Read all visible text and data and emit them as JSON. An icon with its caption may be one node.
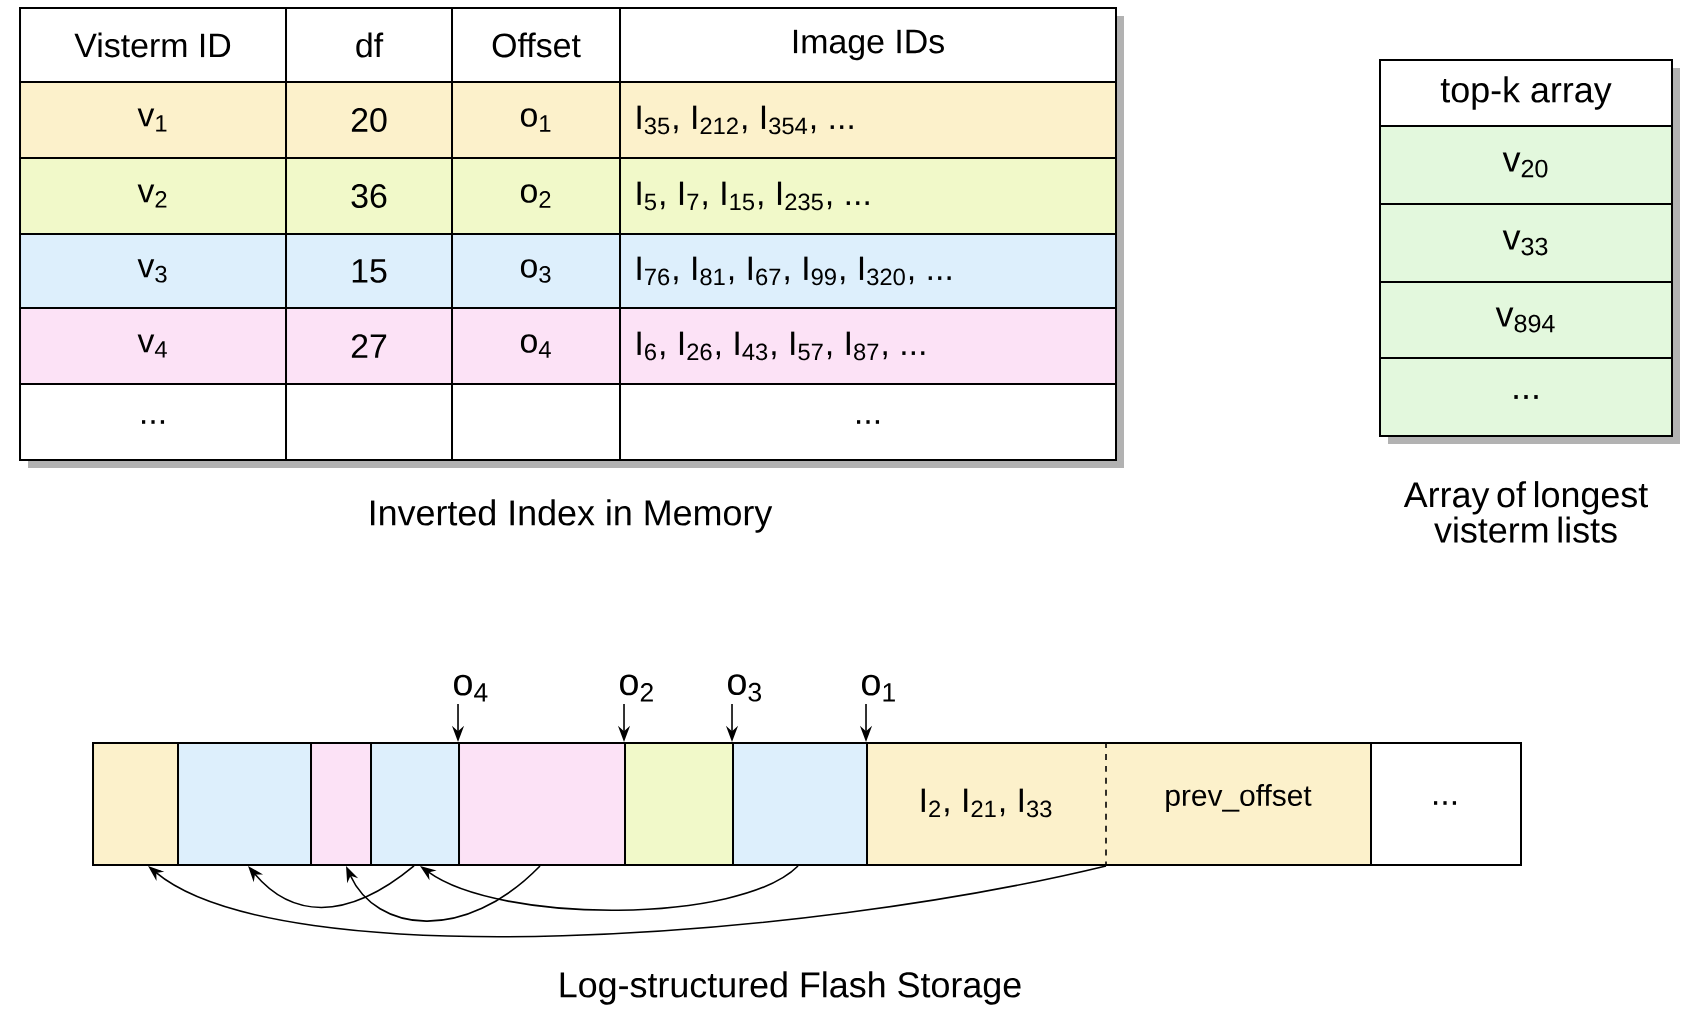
{
  "diagram": {
    "nodes": [
      {
        "text": [
          "o$_{4}$"
        ]
      },
      {
        "text": [
          "o$_{2}$"
        ]
      },
      {
        "text": [
          "o$_{3}$"
        ]
      },
      {
        "text": [
          "o$_{1}$"
        ]
      },
      {
        "text": [],
        "shape": "box"
      },
      {
        "text": [],
        "shape": "box"
      },
      {
        "text": [],
        "shape": "box"
      },
      {
        "text": [],
        "shape": "box"
      },
      {
        "text": [],
        "shape": "box"
      },
      {
        "text": [],
        "shape": "box"
      },
      {
        "text": [],
        "shape": "box"
      },
      {
        "text": [
          "I$_{2}$, I$_{21}$, I$_{33}$",
          "prev_offset"
        ]
      },
      {
        "text": [
          "..."
        ]
      }
    ],
    "edges": [
      {
        "from": 0,
        "to": 8,
        "arrow": "to"
      },
      {
        "from": 1,
        "to": 9,
        "arrow": "to"
      },
      {
        "from": 2,
        "to": 10,
        "arrow": "to"
      },
      {
        "from": 3,
        "to": 11,
        "arrow": "to"
      },
      {
        "from": 7,
        "to": 5,
        "arrow": "to"
      },
      {
        "from": 8,
        "to": 6,
        "arrow": "to"
      },
      {
        "from": 10,
        "to": 7,
        "arrow": "to"
      },
      {
        "from": 11,
        "to": 4,
        "arrow": "to"
      }
    ],
    "labels": [
      "Visterm ID",
      "df",
      "Offset",
      "Image IDs",
      "v$_{1}$",
      "20",
      "o$_{1}$",
      "I$_{35}$, I$_{212}$, I$_{354}$, ...",
      "v$_{2}$",
      "36",
      "o$_{2}$",
      "I$_{5}$, I$_{7}$, I$_{15}$, I$_{235}$, ...",
      "v$_{3}$",
      "15",
      "o$_{3}$",
      "I$_{76}$, I$_{81}$, I$_{67}$, I$_{99}$, I$_{320}$, ...",
      "v$_{4}$",
      "27",
      "o$_{4}$",
      "I$_{6}$, I$_{26}$, I$_{43}$, I$_{57}$, I$_{87}$, ...",
      "...",
      "...",
      "Inverted Index in Memory",
      "top-k array",
      "v$_{20}$",
      "v$_{33}$",
      "v$_{894}$",
      "...",
      "Array of longest visterm lists",
      "Log-structured Flash Storage"
    ]
  }
}
